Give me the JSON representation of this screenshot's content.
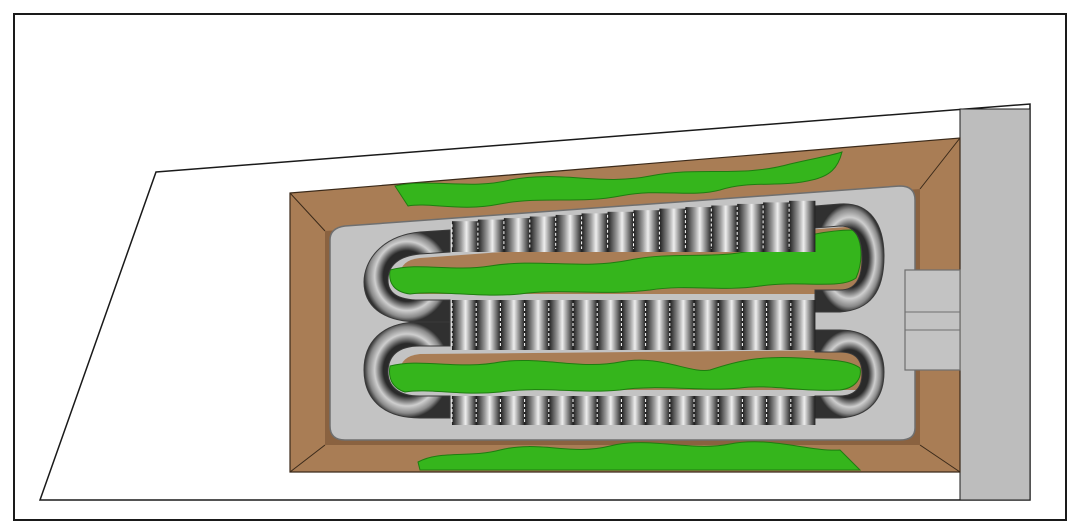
{
  "diagram": {
    "kind": "top-view engineering illustration",
    "colors": {
      "frame": "#1a1a1a",
      "ground": "#ffffff",
      "soil": "#a97d55",
      "soil_dark": "#8a6240",
      "vegetation": "#35b51c",
      "vegetation_edge": "#1e7d10",
      "concrete": "#c3c3c3",
      "concrete_edge": "#6f6f6f",
      "pipe_light": "#f2f2f2",
      "pipe_mid": "#8c8c8c",
      "pipe_dark": "#202020",
      "side_wall": "#bdbdbd"
    },
    "pipe_runs": [
      {
        "name": "upper-pipe-run",
        "segments": 14
      },
      {
        "name": "middle-pipe-run",
        "segments": 15
      },
      {
        "name": "lower-pipe-run",
        "segments": 15
      }
    ],
    "bends": 4,
    "vegetation_strips": 4
  }
}
